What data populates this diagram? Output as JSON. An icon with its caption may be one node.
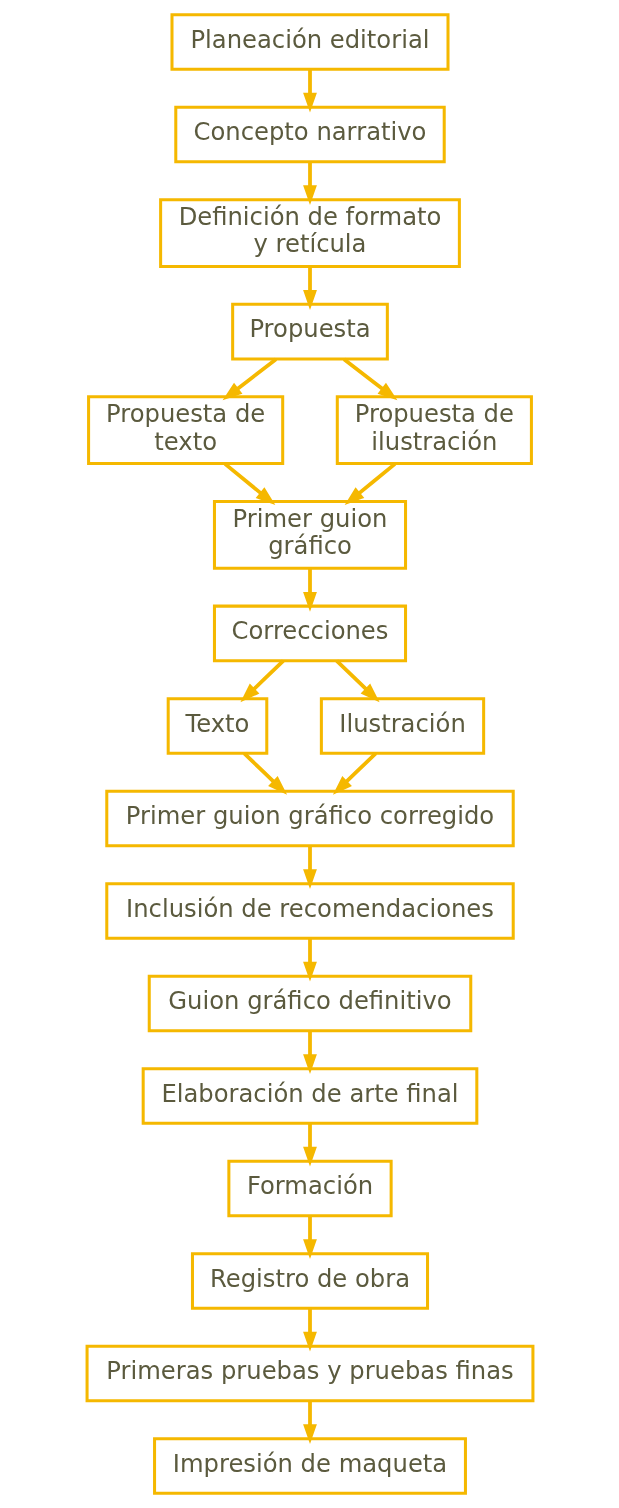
{
  "diagram": {
    "nodes": [
      {
        "text": [
          "Planeación editorial"
        ]
      },
      {
        "text": [
          "Concepto narrativo"
        ]
      },
      {
        "text": [
          "Definición de formato y retícula"
        ]
      },
      {
        "text": [
          "Propuesta"
        ]
      },
      {
        "text": [
          "Propuesta de texto"
        ]
      },
      {
        "text": [
          "Propuesta de ilustración"
        ]
      },
      {
        "text": [
          "Primer guion gráfico"
        ]
      },
      {
        "text": [
          "Correcciones"
        ]
      },
      {
        "text": [
          "Texto"
        ]
      },
      {
        "text": [
          "Ilustración"
        ]
      },
      {
        "text": [
          "Primer guion gráfico corregido"
        ]
      },
      {
        "text": [
          "Inclusión de recomendaciones"
        ]
      },
      {
        "text": [
          "Guion gráfico definitivo"
        ]
      },
      {
        "text": [
          "Elaboración de arte final"
        ]
      },
      {
        "text": [
          "Formación"
        ]
      },
      {
        "text": [
          "Registro de obra"
        ]
      },
      {
        "text": [
          "Primeras pruebas y pruebas finas"
        ]
      },
      {
        "text": [
          "Impresión de maqueta"
        ]
      }
    ],
    "edges": [
      {
        "from": 0,
        "to": 1,
        "arrow": "to"
      },
      {
        "from": 1,
        "to": 2,
        "arrow": "to"
      },
      {
        "from": 2,
        "to": 3,
        "arrow": "to"
      },
      {
        "from": 3,
        "to": 4,
        "arrow": "to"
      },
      {
        "from": 3,
        "to": 5,
        "arrow": "to"
      },
      {
        "from": 4,
        "to": 6,
        "arrow": "to"
      },
      {
        "from": 5,
        "to": 6,
        "arrow": "to"
      },
      {
        "from": 6,
        "to": 7,
        "arrow": "to"
      },
      {
        "from": 7,
        "to": 8,
        "arrow": "to"
      },
      {
        "from": 7,
        "to": 9,
        "arrow": "to"
      },
      {
        "from": 8,
        "to": 10,
        "arrow": "to"
      },
      {
        "from": 9,
        "to": 10,
        "arrow": "to"
      },
      {
        "from": 10,
        "to": 11,
        "arrow": "to"
      },
      {
        "from": 11,
        "to": 12,
        "arrow": "to"
      },
      {
        "from": 12,
        "to": 13,
        "arrow": "to"
      },
      {
        "from": 13,
        "to": 14,
        "arrow": "to"
      },
      {
        "from": 14,
        "to": 15,
        "arrow": "to"
      },
      {
        "from": 15,
        "to": 16,
        "arrow": "to"
      },
      {
        "from": 16,
        "to": 17,
        "arrow": "to"
      }
    ]
  }
}
